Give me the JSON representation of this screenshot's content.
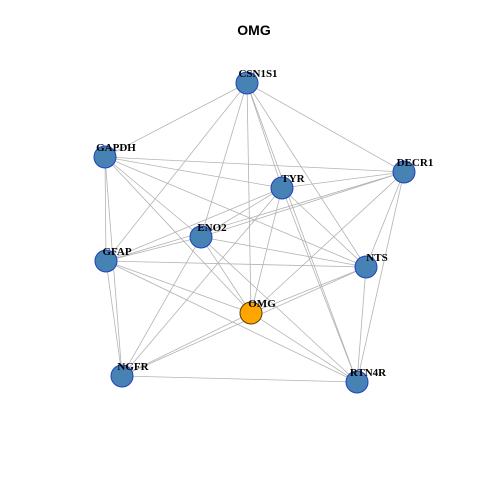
{
  "title": "OMG",
  "colors": {
    "node_default_fill": "#4682B4",
    "node_highlight_fill": "#FFA500",
    "node_stroke": "#1F3FBF",
    "highlight_stroke": "#5a3d00",
    "edge": "#B3B3B3"
  },
  "network": {
    "center": "OMG",
    "nodes": [
      {
        "id": "CSN1S1",
        "label": "CSN1S1",
        "highlight": false
      },
      {
        "id": "GAPDH",
        "label": "GAPDH",
        "highlight": false
      },
      {
        "id": "DECR1",
        "label": "DECR1",
        "highlight": false
      },
      {
        "id": "TYR",
        "label": "TYR",
        "highlight": false
      },
      {
        "id": "ENO2",
        "label": "ENO2",
        "highlight": false
      },
      {
        "id": "GFAP",
        "label": "GFAP",
        "highlight": false
      },
      {
        "id": "NTS",
        "label": "NTS",
        "highlight": false
      },
      {
        "id": "OMG",
        "label": "OMG",
        "highlight": true
      },
      {
        "id": "NGFR",
        "label": "NGFR",
        "highlight": false
      },
      {
        "id": "RTN4R",
        "label": "RTN4R",
        "highlight": false
      }
    ],
    "edges": [
      [
        "CSN1S1",
        "GAPDH"
      ],
      [
        "CSN1S1",
        "DECR1"
      ],
      [
        "CSN1S1",
        "TYR"
      ],
      [
        "CSN1S1",
        "ENO2"
      ],
      [
        "CSN1S1",
        "GFAP"
      ],
      [
        "CSN1S1",
        "NTS"
      ],
      [
        "CSN1S1",
        "OMG"
      ],
      [
        "CSN1S1",
        "RTN4R"
      ],
      [
        "GAPDH",
        "DECR1"
      ],
      [
        "GAPDH",
        "TYR"
      ],
      [
        "GAPDH",
        "ENO2"
      ],
      [
        "GAPDH",
        "GFAP"
      ],
      [
        "GAPDH",
        "NTS"
      ],
      [
        "GAPDH",
        "OMG"
      ],
      [
        "GAPDH",
        "NGFR"
      ],
      [
        "DECR1",
        "TYR"
      ],
      [
        "DECR1",
        "ENO2"
      ],
      [
        "DECR1",
        "GFAP"
      ],
      [
        "DECR1",
        "NTS"
      ],
      [
        "DECR1",
        "OMG"
      ],
      [
        "DECR1",
        "RTN4R"
      ],
      [
        "TYR",
        "ENO2"
      ],
      [
        "TYR",
        "GFAP"
      ],
      [
        "TYR",
        "NTS"
      ],
      [
        "TYR",
        "OMG"
      ],
      [
        "TYR",
        "NGFR"
      ],
      [
        "TYR",
        "RTN4R"
      ],
      [
        "ENO2",
        "GFAP"
      ],
      [
        "ENO2",
        "NTS"
      ],
      [
        "ENO2",
        "OMG"
      ],
      [
        "ENO2",
        "NGFR"
      ],
      [
        "ENO2",
        "RTN4R"
      ],
      [
        "GFAP",
        "NTS"
      ],
      [
        "GFAP",
        "OMG"
      ],
      [
        "GFAP",
        "NGFR"
      ],
      [
        "GFAP",
        "RTN4R"
      ],
      [
        "NTS",
        "OMG"
      ],
      [
        "NTS",
        "NGFR"
      ],
      [
        "NTS",
        "RTN4R"
      ],
      [
        "OMG",
        "NGFR"
      ],
      [
        "OMG",
        "RTN4R"
      ],
      [
        "NGFR",
        "RTN4R"
      ]
    ]
  }
}
